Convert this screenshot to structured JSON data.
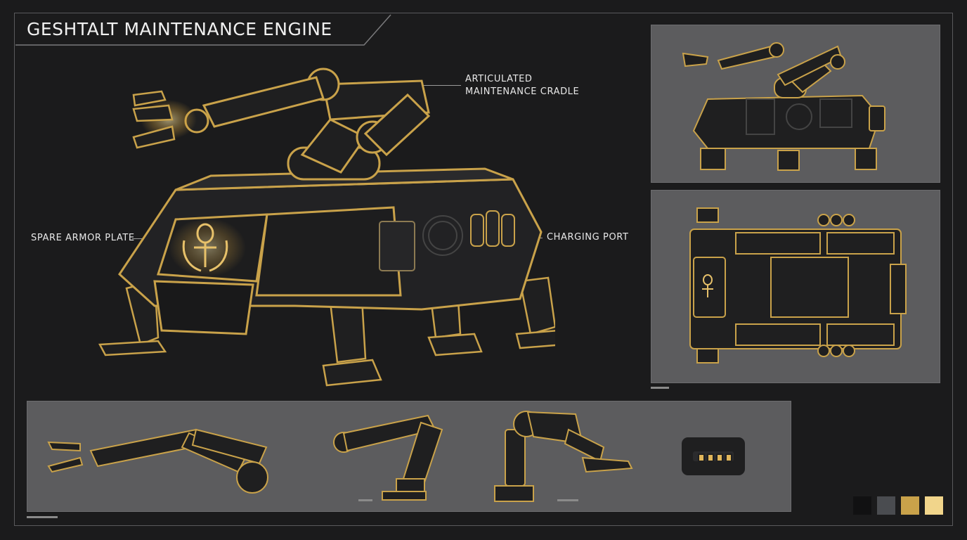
{
  "sheet": {
    "title": "GESHTALT MAINTENANCE ENGINE"
  },
  "callouts": {
    "cradle_line1": "ARTICULATED",
    "cradle_line2": "MAINTENANCE CRADLE",
    "armor_plate": "SPARE ARMOR PLATE",
    "charging_port": "CHARGING PORT"
  },
  "palette": {
    "background": "#1b1b1c",
    "body_black": "#1f1f20",
    "gold_trim": "#c9a24a",
    "glow_gold": "#f3d27a"
  },
  "swatches": [
    {
      "color": "#111112"
    },
    {
      "color": "#4a4c50"
    },
    {
      "color": "#c9a24a"
    },
    {
      "color": "#f1d58b"
    }
  ],
  "icons": {
    "emblem": "ankh-laurel-icon"
  }
}
